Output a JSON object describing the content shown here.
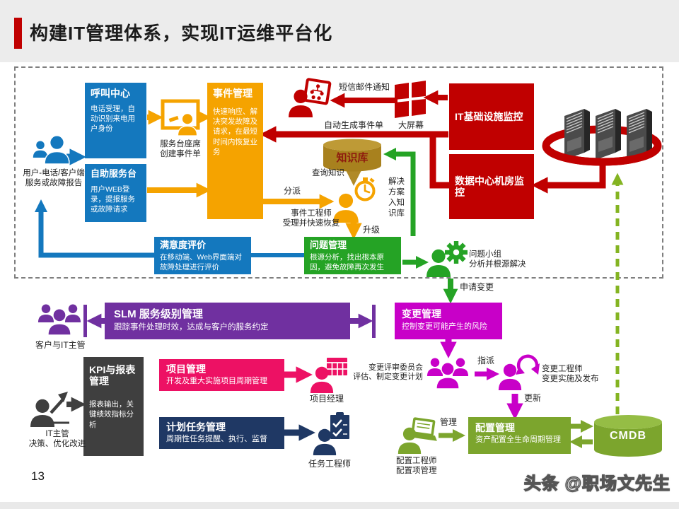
{
  "header": {
    "title": "构建IT管理体系，实现IT运维平台化"
  },
  "footer": {
    "page_number": "13",
    "watermark": "头条 @职场文先生"
  },
  "boxes": {
    "call_center": {
      "title": "呼叫中心",
      "body": "电话受理，自动识别来电用户身份"
    },
    "self_service": {
      "title": "自助服务台",
      "body": "用户WEB登录，提报服务或故障请求"
    },
    "incident": {
      "title": "事件管理",
      "body": "快速响应、解决突发故障及请求，在最短时间内恢复业务"
    },
    "infra_monitor": {
      "title": "IT基础设施监控"
    },
    "datacenter_monitor": {
      "title": "数据中心机房监控"
    },
    "satisfaction": {
      "title": "满意度评价",
      "body": "在移动端、Web界面端对故障处理进行评价"
    },
    "problem": {
      "title": "问题管理",
      "body": "根源分析，找出根本原因，避免故障再次发生"
    },
    "slm": {
      "title": "SLM 服务级别管理",
      "body": "跟踪事件处理时效，达成与客户的服务约定"
    },
    "change": {
      "title": "变更管理",
      "body": "控制变更可能产生的风险"
    },
    "kpi": {
      "title": "KPI与报表管理",
      "body": "报表输出，关键绩效指标分析"
    },
    "project": {
      "title": "项目管理",
      "body": "开发及重大实施项目周期管理"
    },
    "task": {
      "title": "计划任务管理",
      "body": "周期性任务提醒、执行、监督"
    },
    "config": {
      "title": "配置管理",
      "body": "资产配置全生命周期管理"
    },
    "knowledge_db": {
      "label": "知识库"
    },
    "cmdb": {
      "label": "CMDB"
    }
  },
  "labels": {
    "users": "用户-电话/客户端\n服务或故障报告",
    "service_desk": "服务台座席\n创建事件单",
    "sms_notify": "短信邮件通知",
    "auto_ticket": "自动生成事件单",
    "big_screen": "大屏幕",
    "query_kb": "查询知识",
    "dispatch": "分派",
    "incident_engineer": "事件工程师\n受理并快速恢复",
    "escalate": "升级",
    "solution_to_kb": "解决\n方案\n入知\n识库",
    "problem_team": "问题小组\n分析并根源解决",
    "request_change": "申请变更",
    "customers": "客户与IT主管",
    "change_board": "变更评审委员会\n评估、制定变更计划",
    "assign": "指派",
    "change_engineer": "变更工程师\n变更实施及发布",
    "update": "更新",
    "it_manager": "IT主管\n决策、优化改进",
    "project_manager": "项目经理",
    "task_engineer": "任务工程师",
    "manage": "管理",
    "config_engineer": "配置工程师\n配置项管理"
  },
  "colors": {
    "blue": "#1478BE",
    "orange": "#F5A300",
    "red": "#C00000",
    "green": "#25A325",
    "purple": "#7030A0",
    "magenta": "#C800C8",
    "pink": "#ED1164",
    "navy": "#1F3864",
    "dark": "#3F3F3F",
    "olive": "#7CA52D",
    "gold": "#A8811E",
    "olive_dash": "#84B422",
    "kb_text": "#8E1B0E"
  }
}
